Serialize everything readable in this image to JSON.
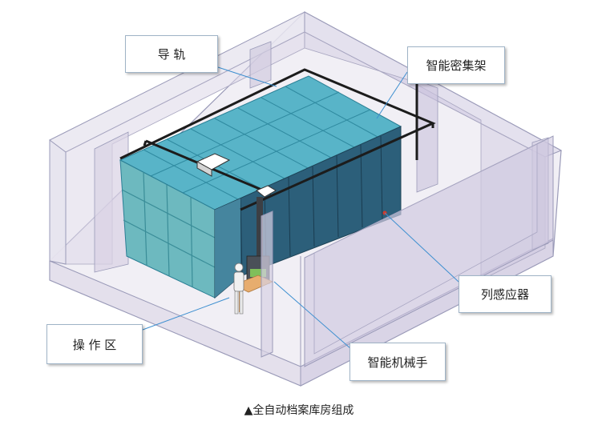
{
  "callouts": {
    "guide_rail": "导 轨",
    "smart_shelving": "智能密集架",
    "column_sensor": "列感应器",
    "operation_area": "操 作 区",
    "robot_arm": "智能机械手"
  },
  "caption": "▲全自动档案库房组成",
  "colors": {
    "room_outline": "#9a9ab8",
    "room_fill": "#e9e6f0",
    "shelf_top": "#58b4c8",
    "shelf_front": "#6db9bf",
    "shelf_side": "#2c5f7a",
    "rail": "#1c1c1c",
    "leader_line": "#3d8fd0"
  }
}
